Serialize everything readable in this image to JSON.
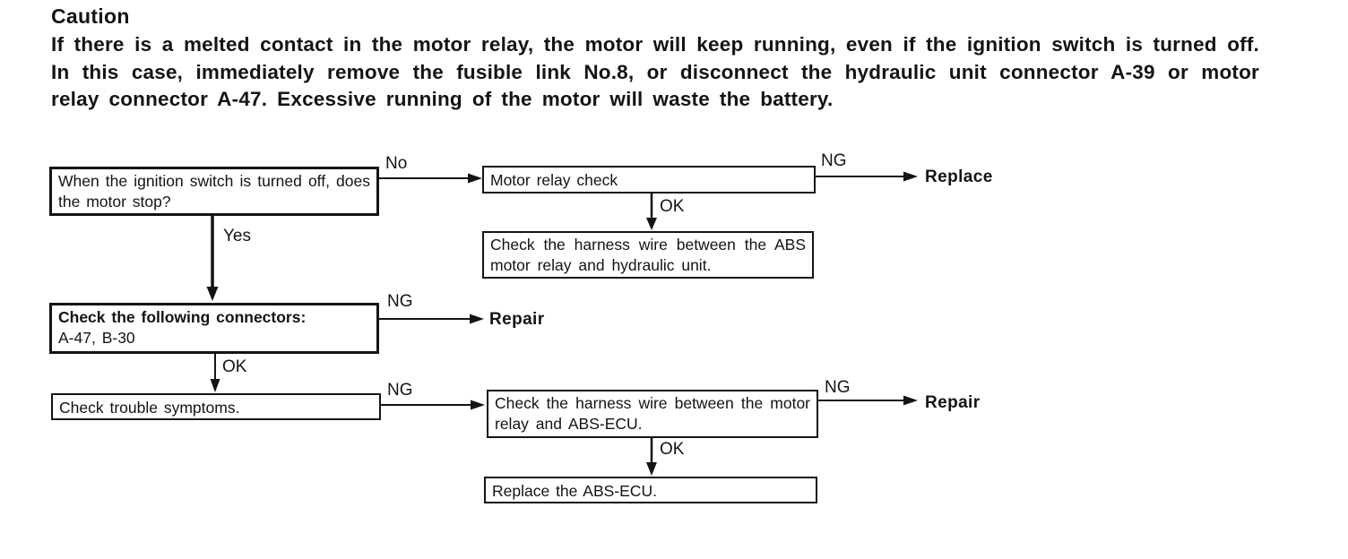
{
  "document": {
    "caution_title": "Caution",
    "caution_body": "If there is a melted contact in the motor relay, the motor will keep running, even if the ignition switch is turned off. In this case, immediately remove the fusible link No.8, or disconnect the hydraulic unit connector A-39 or motor relay connector A-47. Excessive running of the motor will waste the battery."
  },
  "flowchart": {
    "boxes": {
      "ignition_question": "When the ignition switch is turned off, does the motor stop?",
      "motor_relay_check": "Motor relay check",
      "harness_relay_hydraulic": "Check the harness wire between the ABS motor relay and hydraulic unit.",
      "connectors_line1": "Check the following connectors:",
      "connectors_line2": "A-47, B-30",
      "trouble_symptoms": "Check trouble symptoms.",
      "harness_relay_ecu": "Check the harness wire between the motor relay and ABS-ECU.",
      "replace_ecu": "Replace the ABS-ECU."
    },
    "edge_labels": {
      "no": "No",
      "yes": "Yes",
      "ok": "OK",
      "ng": "NG"
    },
    "terminals": {
      "replace": "Replace",
      "repair": "Repair"
    },
    "colors": {
      "ink": "#141414",
      "paper": "#ffffff"
    }
  }
}
